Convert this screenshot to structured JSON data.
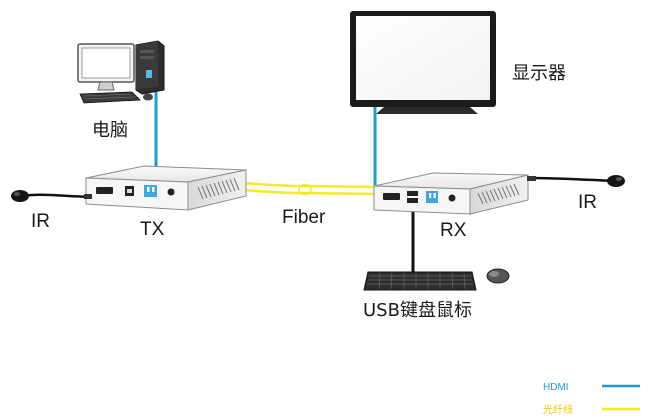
{
  "labels": {
    "computer": "电脑",
    "monitor": "显示器",
    "tx": "TX",
    "rx": "RX",
    "fiber": "Fiber",
    "ir_left": "IR",
    "ir_right": "IR",
    "usb": "USB键盘鼠标"
  },
  "legend": {
    "hdmi_label": "HDMI",
    "fiber_label": "光纤线"
  },
  "colors": {
    "hdmi": "#1e9bd7",
    "fiber": "#f2ea2a",
    "legend_hdmi_text": "#1e9bd7",
    "legend_fiber_text": "#e8c800",
    "device_body": "#f2f2f2",
    "device_outline": "#8c8c8c",
    "cable_black": "#111111"
  },
  "icons": {
    "computer": "desktop-computer-icon",
    "monitor": "monitor-icon",
    "keyboard": "keyboard-icon",
    "mouse": "mouse-icon",
    "ir_left": "ir-receiver-icon",
    "ir_right": "ir-emitter-icon"
  }
}
